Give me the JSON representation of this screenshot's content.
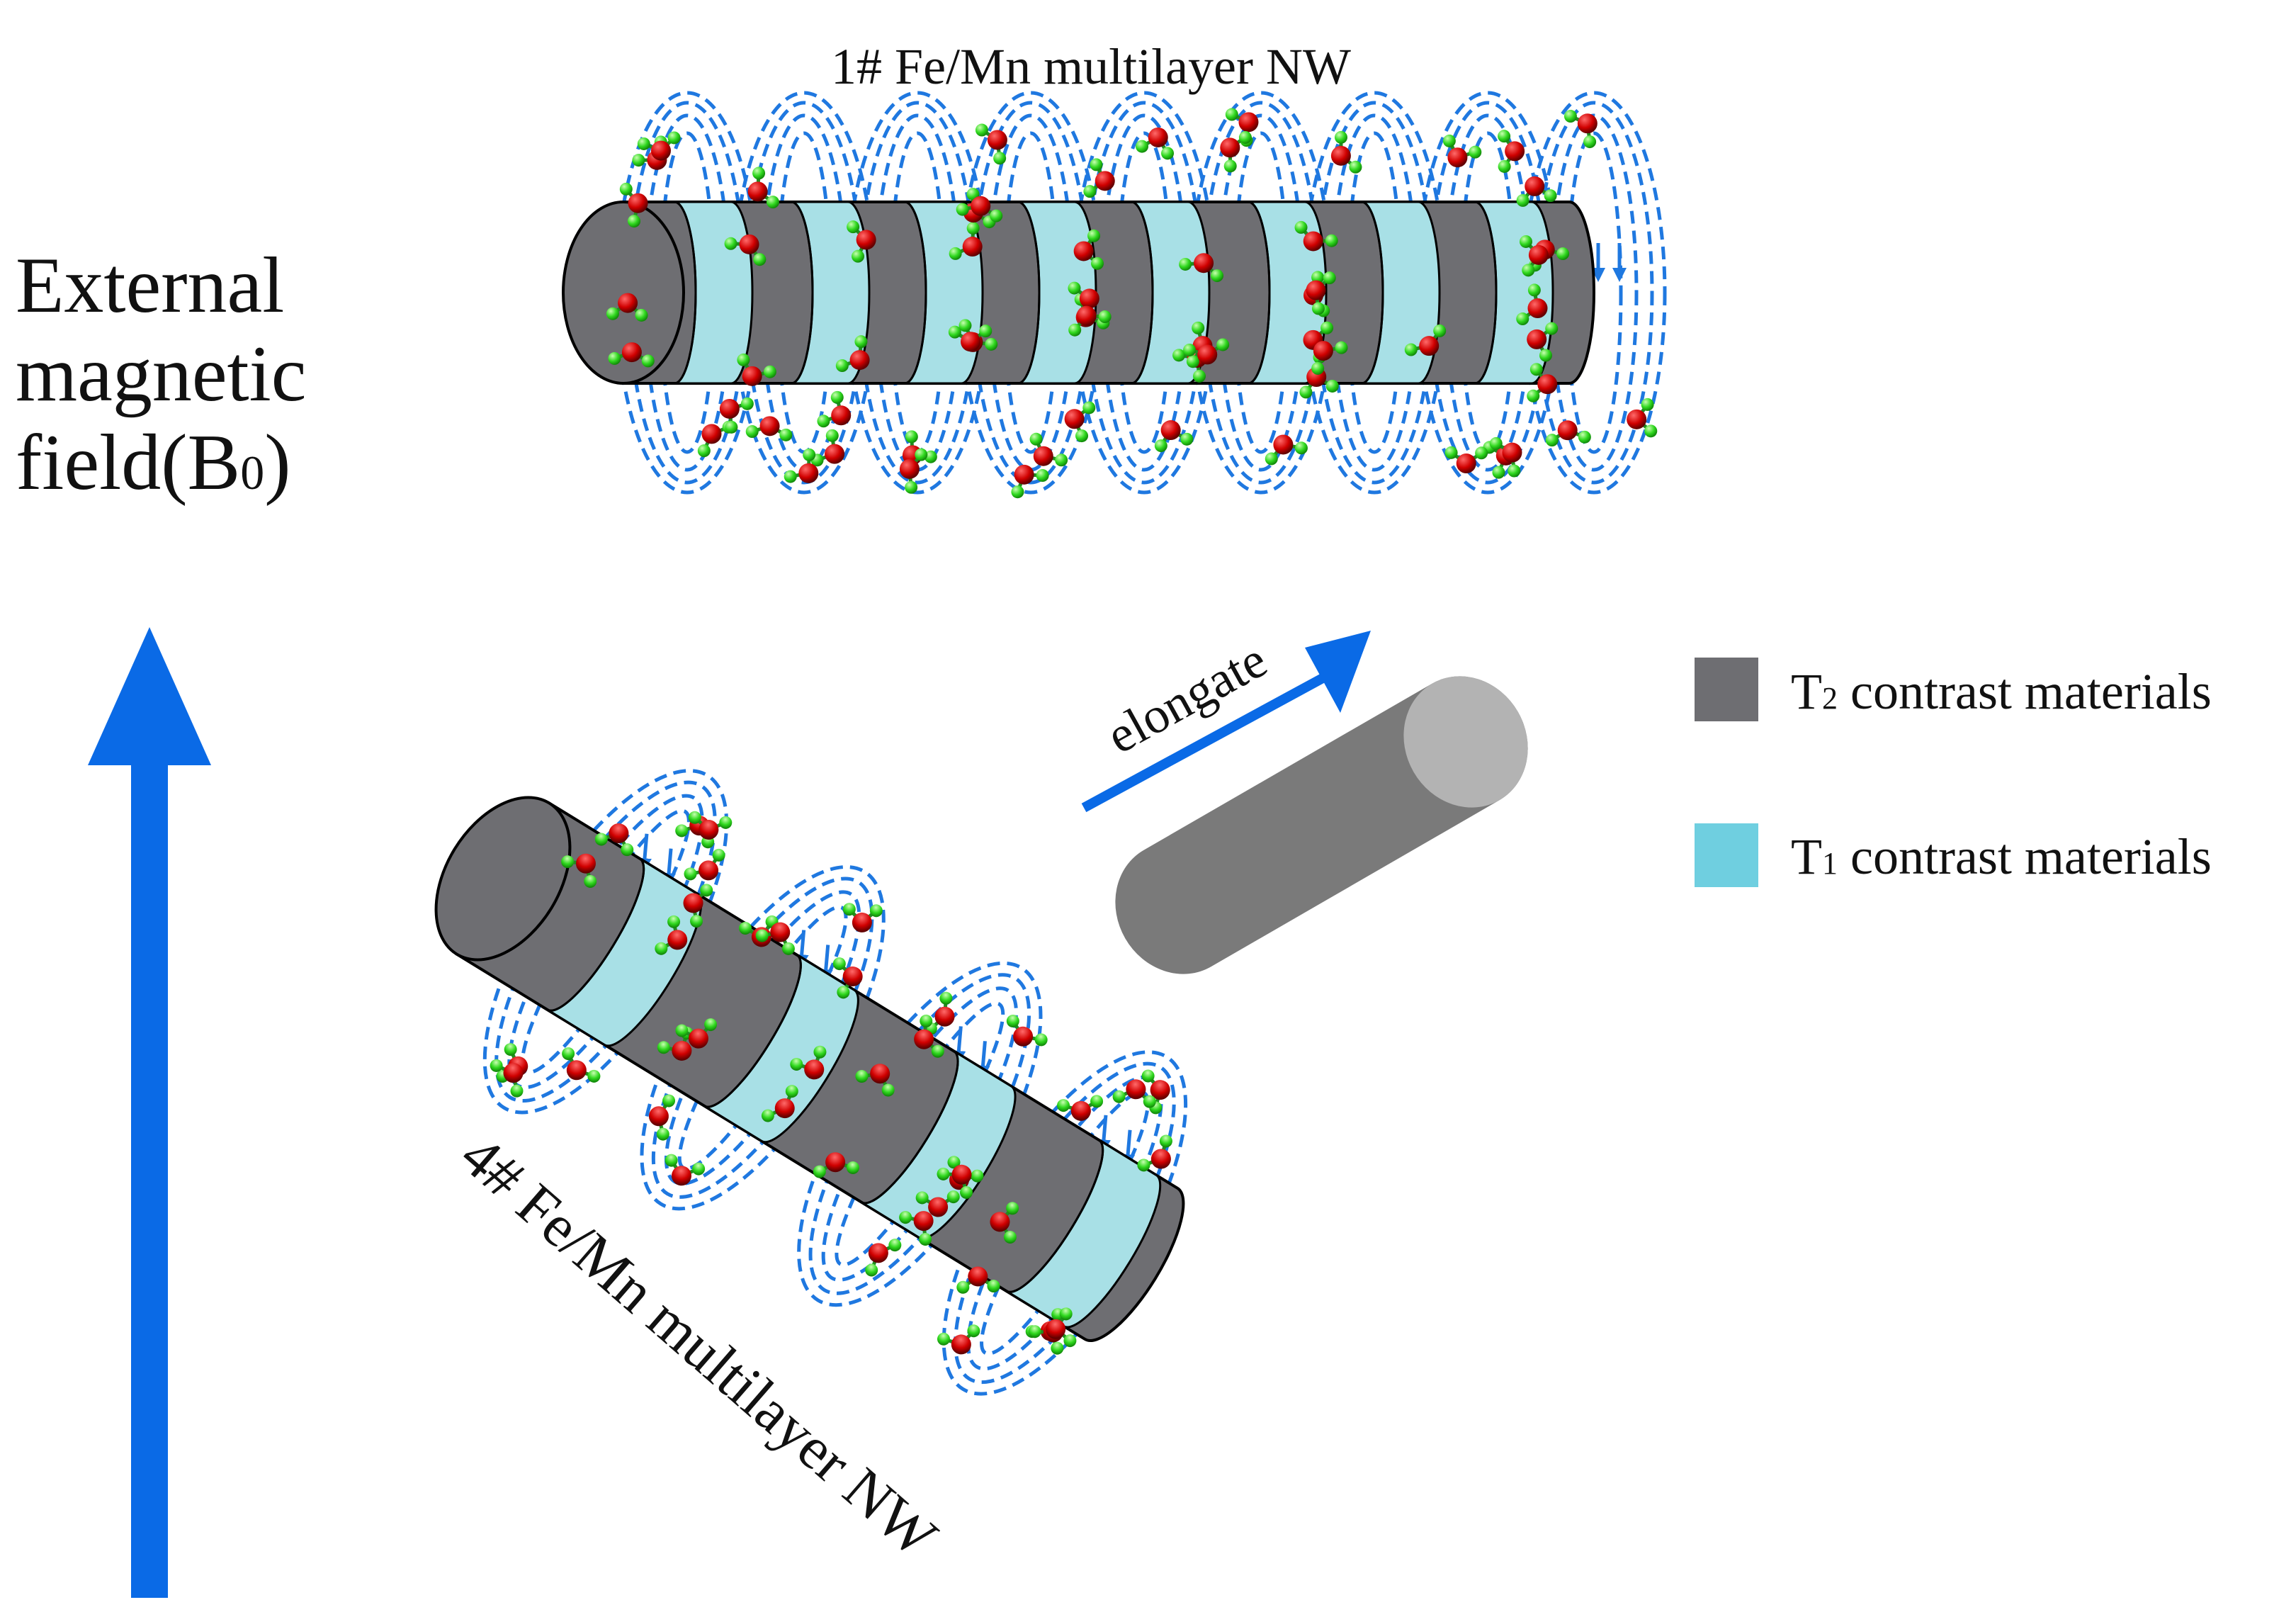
{
  "top_nw_label": "1# Fe/Mn multilayer NW",
  "bottom_nw_label": "4# Fe/Mn multilayer NW",
  "field_label": {
    "line1": "External",
    "line2": "magnetic",
    "line3_prefix": "field(B",
    "line3_sub": "0",
    "line3_suffix": ")"
  },
  "elongate_label": "elongate",
  "legend": [
    {
      "symbol": "T",
      "sub": "2",
      "text": " contrast materials",
      "color": "#6e6e72"
    },
    {
      "symbol": "T",
      "sub": "1",
      "text": " contrast materials",
      "color": "#6fcfe0"
    }
  ],
  "colors": {
    "field_arrow": "#0a6ae6",
    "dashed_lines": "#1f78e0",
    "t2_material": "#6e6e72",
    "t1_material": "#a8e0e6",
    "oxygen_atom": "#cc0000",
    "hydrogen_atom": "#33dd22",
    "plain_rod": "#7a7a7a",
    "plain_rod_end": "#b0b0b0"
  }
}
